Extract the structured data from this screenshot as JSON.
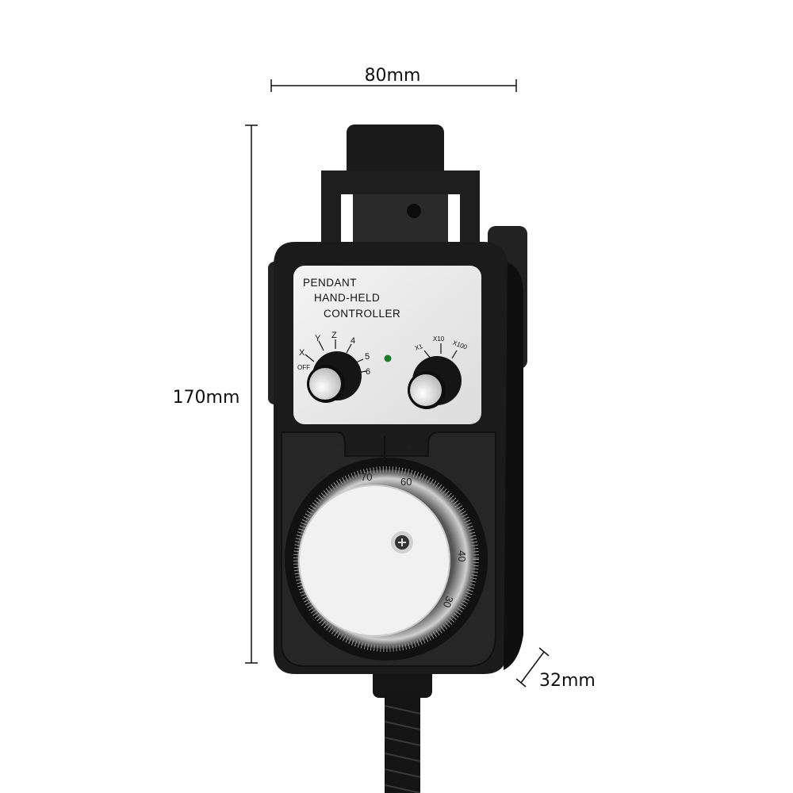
{
  "dimensions": {
    "width": "80mm",
    "height": "170mm",
    "depth": "32mm"
  },
  "panel": {
    "line1": "PENDANT",
    "line2": "HAND-HELD",
    "line3": "CONTROLLER"
  },
  "axis_selector": {
    "positions": [
      "OFF",
      "X",
      "Y",
      "Z",
      "4",
      "5",
      "6"
    ]
  },
  "step_selector": {
    "positions": [
      "X1",
      "X10",
      "X100"
    ]
  },
  "handwheel": {
    "direction_minus": "−",
    "direction_plus": "+",
    "dial_numbers": [
      "70",
      "60",
      "40",
      "30"
    ]
  },
  "colors": {
    "body": "#1b1b1b",
    "panel": "#e9e9e9",
    "led": "#1f7a2a"
  }
}
